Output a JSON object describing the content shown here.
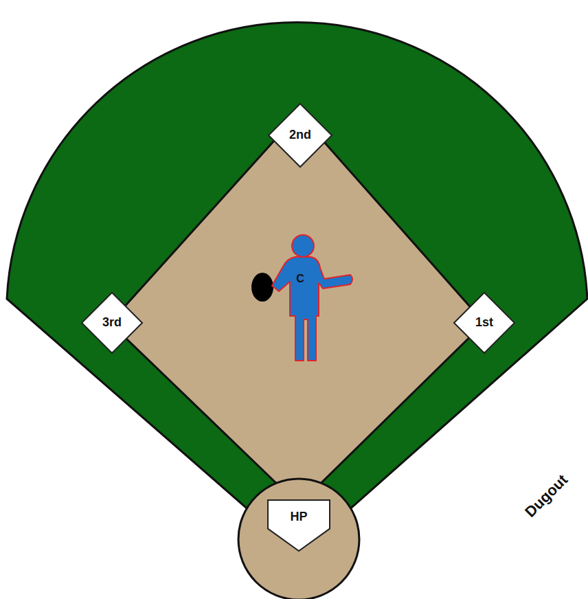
{
  "diagram": {
    "nodes": [
      {
        "text": [
          "2nd"
        ]
      },
      {
        "text": [
          "C"
        ]
      },
      {
        "text": [
          "3rd"
        ]
      },
      {
        "text": [
          "1st"
        ]
      },
      {
        "text": [
          "HP"
        ]
      }
    ],
    "labels": [
      "Dugout"
    ]
  }
}
